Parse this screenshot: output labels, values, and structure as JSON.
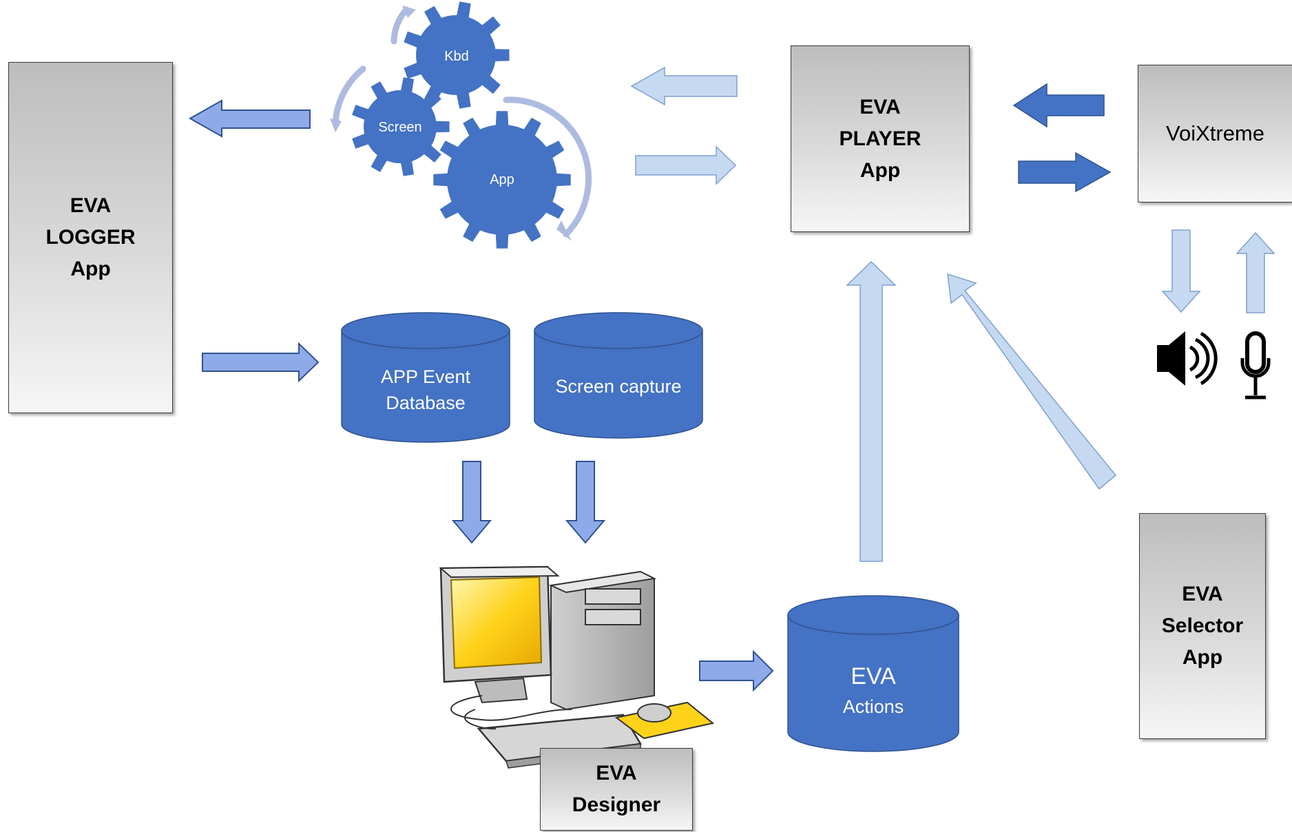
{
  "logger": {
    "label": "EVA\nLOGGER\nApp"
  },
  "player": {
    "label": "EVA\nPLAYER\nApp"
  },
  "voixtreme": {
    "label": "VoiXtreme"
  },
  "selector": {
    "label": "EVA\nSelector\nApp"
  },
  "designer": {
    "label": "EVA\nDesigner"
  },
  "gears": {
    "kbd": "Kbd",
    "screen": "Screen",
    "app": "App"
  },
  "databases": {
    "app_event": [
      "APP Event",
      "Database"
    ],
    "screen_capture": "Screen capture",
    "eva_actions": [
      "EVA",
      "Actions"
    ]
  },
  "colors": {
    "db_fill": "#4472c4",
    "gear_fill": "#4472c4",
    "arrow_mid": "#8eaae8",
    "arrow_light": "#c5d9f1",
    "arrow_dark": "#4472c4",
    "swirl": "#aebbe0"
  },
  "icons": [
    "speaker-icon",
    "microphone-icon",
    "desktop-computer-icon"
  ]
}
